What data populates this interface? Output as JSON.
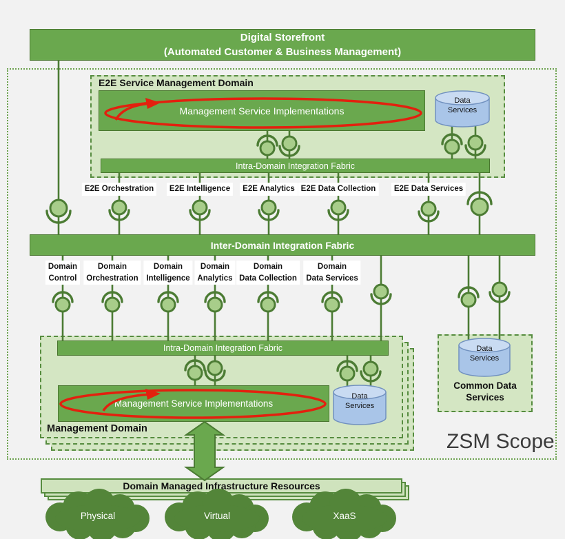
{
  "palette": {
    "background": "#f2f2f2",
    "bar_green": "#6aa84e",
    "bar_border": "#4b7b33",
    "light_green_box": "#d4e6c3",
    "infra_bar_green": "#cfe3bd",
    "dashed_border_green": "#568c3f",
    "connector_green": "#4c7c34",
    "ball_fill": "#a8cd8a",
    "cylinder_blue": "#a9c5e8",
    "cylinder_top_blue": "#c9dbf2",
    "cylinder_border": "#7191bf",
    "cloud_green": "#538539",
    "red_accent": "#e3200e",
    "scope_text_gray": "#3b3b3b"
  },
  "digital_storefront": {
    "line1": "Digital Storefront",
    "line2": "(Automated Customer & Business Management)"
  },
  "zsm_scope_label": "ZSM Scope",
  "e2e_domain": {
    "title": "E2E Service Management Domain",
    "msi_label": "Management Service Implementations",
    "fabric_label": "Intra-Domain Integration Fabric",
    "data_services_line1": "Data",
    "data_services_line2": "Services"
  },
  "inter_domain": {
    "fabric_label": "Inter-Domain Integration Fabric"
  },
  "e2e_interfaces": [
    "E2E Orchestration",
    "E2E Intelligence",
    "E2E Analytics",
    "E2E Data Collection",
    "E2E Data Services"
  ],
  "domain_interfaces": [
    {
      "line1": "Domain",
      "line2": "Control"
    },
    {
      "line1": "Domain",
      "line2": "Orchestration"
    },
    {
      "line1": "Domain",
      "line2": "Intelligence"
    },
    {
      "line1": "Domain",
      "line2": "Analytics"
    },
    {
      "line1": "Domain",
      "line2": "Data Collection"
    },
    {
      "line1": "Domain",
      "line2": "Data Services"
    }
  ],
  "management_domain": {
    "title": "Management Domain",
    "fabric_label": "Intra-Domain Integration Fabric",
    "msi_label": "Management Service Implementations",
    "data_services_line1": "Data",
    "data_services_line2": "Services"
  },
  "common_data_services": {
    "title_line1": "Common Data",
    "title_line2": "Services",
    "data_services_line1": "Data",
    "data_services_line2": "Services"
  },
  "infrastructure": {
    "bar_label": "Domain Managed Infrastructure Resources",
    "clouds": [
      "Physical",
      "Virtual",
      "XaaS"
    ]
  },
  "icons": {
    "connector": "uml-ball-and-socket",
    "data_store": "database-cylinder",
    "resource": "cloud",
    "circulation": "red-loop-arrow",
    "transfer": "double-headed-arrow"
  }
}
